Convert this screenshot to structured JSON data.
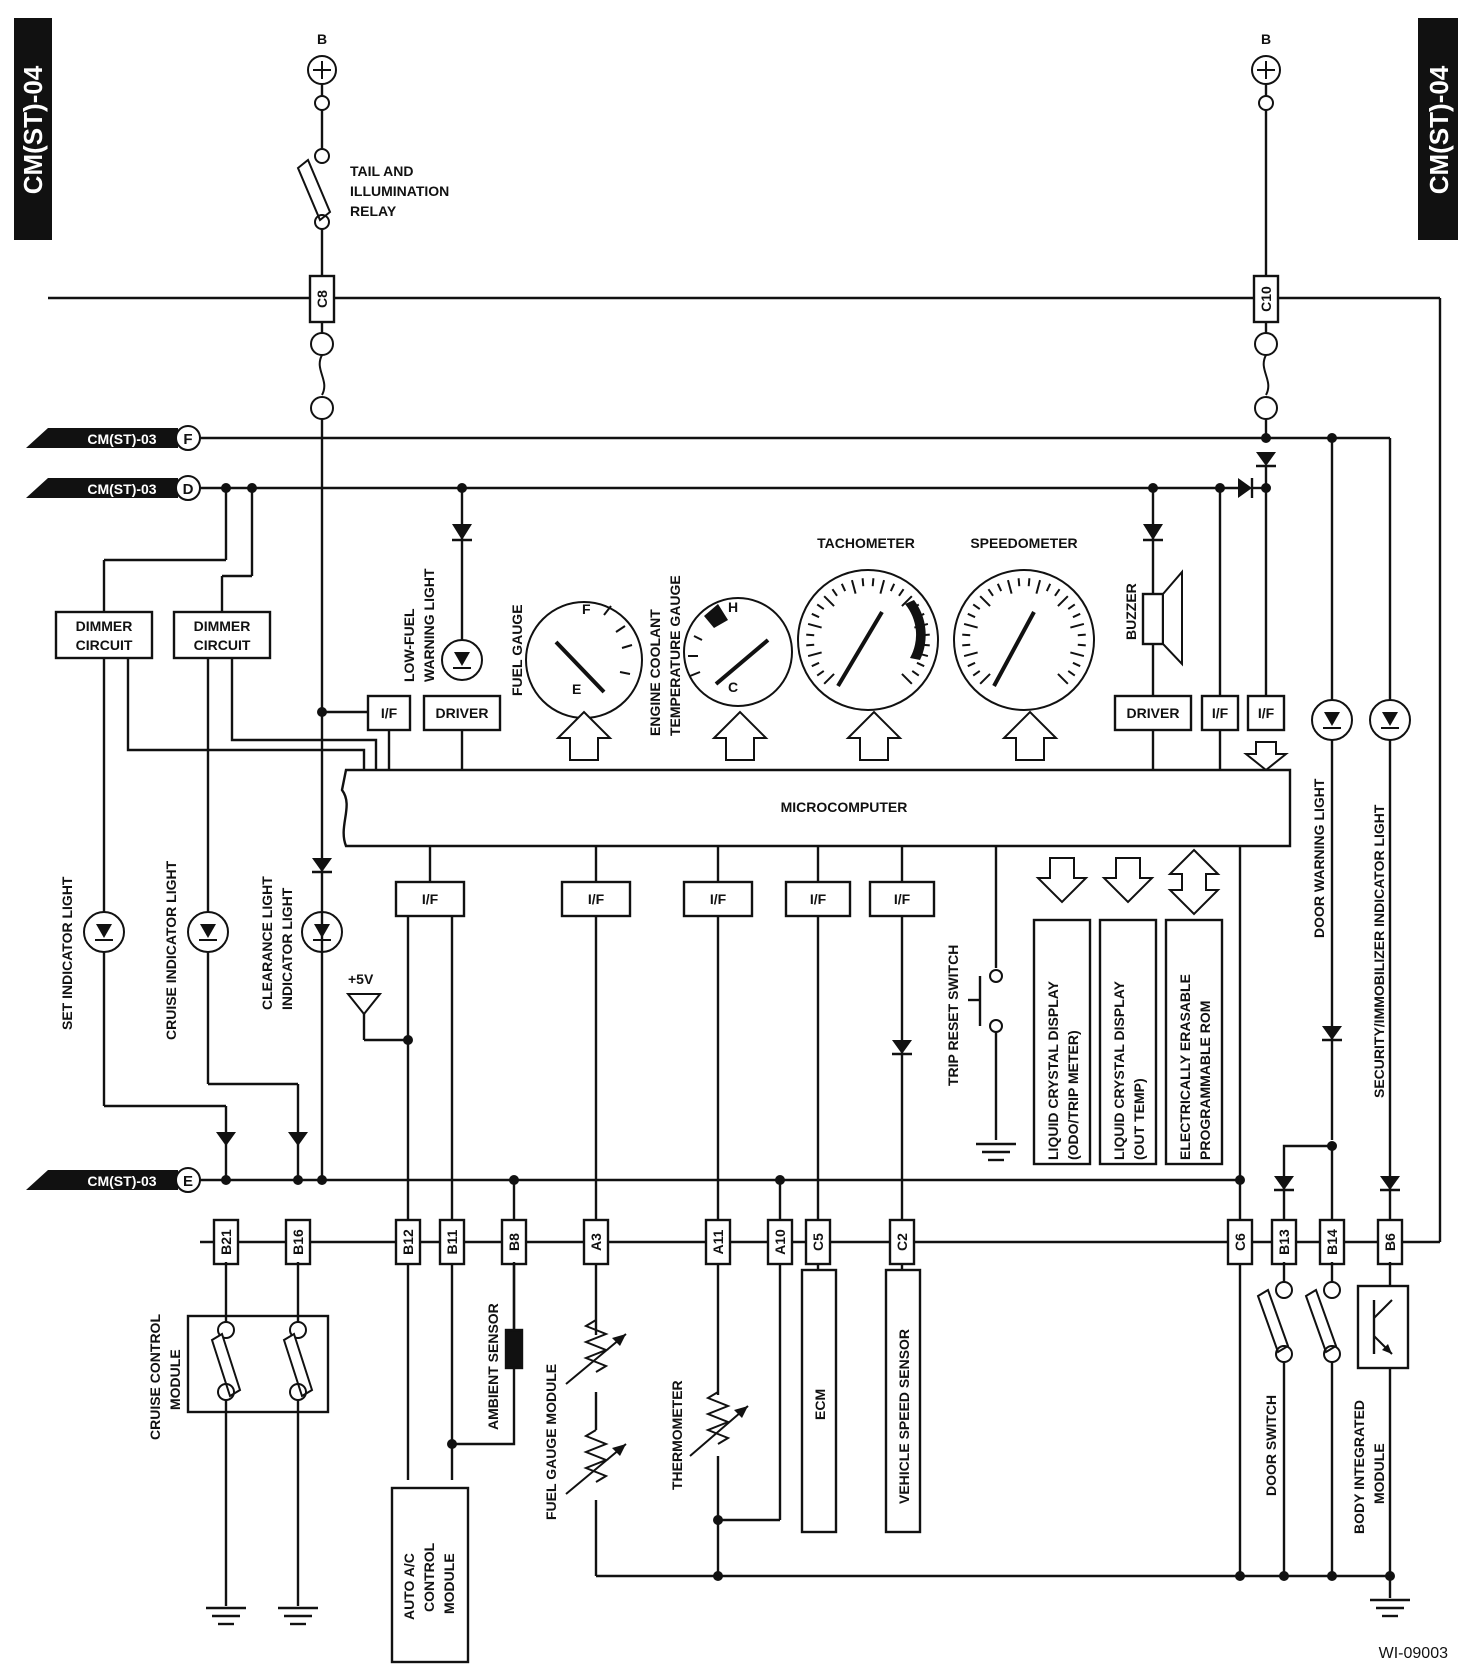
{
  "page_refs": {
    "left": "CM(ST)-04",
    "right": "CM(ST)-04"
  },
  "battery": {
    "left": "B",
    "right": "B"
  },
  "relay_label": [
    "TAIL AND",
    "ILLUMINATION",
    "RELAY"
  ],
  "connectors_top": {
    "c8": "C8",
    "c10": "C10"
  },
  "off_page": {
    "f": "CM(ST)-03",
    "d": "CM(ST)-03",
    "e": "CM(ST)-03",
    "f_letter": "F",
    "d_letter": "D",
    "e_letter": "E"
  },
  "blocks": {
    "dimmer1": [
      "DIMMER",
      "CIRCUIT"
    ],
    "dimmer2": [
      "DIMMER",
      "CIRCUIT"
    ],
    "if_label": "I/F",
    "driver": "DRIVER",
    "microcomputer": "MICROCOMPUTER"
  },
  "gauges": {
    "low_fuel": [
      "LOW-FUEL",
      "WARNING LIGHT"
    ],
    "fuel": "FUEL GAUGE",
    "fuel_f": "F",
    "fuel_e": "E",
    "coolant": [
      "ENGINE COOLANT",
      "TEMPERATURE GAUGE"
    ],
    "coolant_h": "H",
    "coolant_c": "C",
    "tachometer": "TACHOMETER",
    "speedometer": "SPEEDOMETER",
    "buzzer": "BUZZER"
  },
  "lights": {
    "set": "SET INDICATOR LIGHT",
    "cruise": "CRUISE INDICATOR LIGHT",
    "clearance": [
      "CLEARANCE LIGHT",
      "INDICATOR LIGHT"
    ],
    "door": "DOOR WARNING LIGHT",
    "security": "SECURITY/IMMOBILIZER INDICATOR LIGHT"
  },
  "lcd": {
    "odo": [
      "LIQUID CRYSTAL DISPLAY",
      "(ODO/TRIP METER)"
    ],
    "temp": [
      "LIQUID CRYSTAL DISPLAY",
      "(OUT TEMP)"
    ],
    "eeprom": [
      "ELECTRICALLY ERASABLE",
      "PROGRAMMABLE ROM"
    ]
  },
  "misc": {
    "trip_reset": "TRIP RESET SWITCH",
    "plus5v": "+5V"
  },
  "pins": [
    "B21",
    "B16",
    "B12",
    "B11",
    "B8",
    "A3",
    "A11",
    "A10",
    "C5",
    "C2",
    "C6",
    "B13",
    "B14",
    "B6"
  ],
  "components": {
    "cruise_module": [
      "CRUISE CONTROL",
      "MODULE"
    ],
    "ambient": "AMBIENT SENSOR",
    "fuel_module": "FUEL GAUGE MODULE",
    "thermometer": "THERMOMETER",
    "ecm": "ECM",
    "vss": "VEHICLE SPEED SENSOR",
    "ac_module": [
      "AUTO A/C",
      "CONTROL",
      "MODULE"
    ],
    "door_switch": "DOOR SWITCH",
    "bim": [
      "BODY INTEGRATED",
      "MODULE"
    ]
  },
  "figure_id": "WI-09003"
}
